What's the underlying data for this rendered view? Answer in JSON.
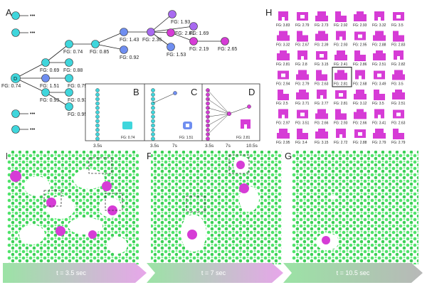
{
  "panels": {
    "a": "A",
    "b": "B",
    "c": "C",
    "d": "D",
    "e": "E",
    "f": "F",
    "g": "G",
    "h": "H"
  },
  "colors": {
    "cyan": "#3fd6dc",
    "blue": "#6f8ef0",
    "purple": "#a86af0",
    "magenta": "#d63cd6",
    "green": "#4fe36a",
    "node_stroke": "#333333"
  },
  "tree": {
    "ellipsis": "•••",
    "root_label": "D",
    "fg_labels": [
      "FG: 0.74",
      "FG: 0.69",
      "FG: 0.74",
      "FG: 0.88",
      "FG: 0.85",
      "FG: 0.92",
      "FG: 1.43",
      "FG: 2.36",
      "FG: 1.93",
      "FG: 1.69",
      "FG: 2.81",
      "FG: 1.53",
      "FG: 2.19",
      "FG: 2.65",
      "FG: 1.51",
      "FG: 0.79",
      "FG: 0.93",
      "FG: 0.93",
      "FG: 0.95"
    ]
  },
  "insets": {
    "b": {
      "fg": "FG: 0.74",
      "ticks": [
        "3.5s"
      ]
    },
    "c": {
      "fg": "FG: 1.51",
      "ticks": [
        "3.5s",
        "7s"
      ]
    },
    "d": {
      "fg": "FG: 2.81",
      "ticks": [
        "3.5s",
        "7s",
        "10.5s"
      ]
    }
  },
  "grid_h": {
    "rows": [
      [
        "FG: 3.83",
        "FG: 2.79",
        "FG: 2.73",
        "FG: 2.92",
        "FG: 2.93",
        "FG: 3.32",
        "FG: 3.5"
      ],
      [
        "FG: 3.32",
        "FG: 2.67",
        "FG: 2.39",
        "FG: 2.93",
        "FG: 2.95",
        "FG: 2.88",
        "FG: 2.83"
      ],
      [
        "FG: 2.81",
        "FG: 2.8",
        "FG: 3.15",
        "FG: 2.41",
        "FG: 2.86",
        "FG: 2.51",
        "FG: 2.82"
      ],
      [
        "FG: 2.94",
        "FG: 2.79",
        "FG: 2.63",
        "FG: 2.81",
        "FG: 2.68",
        "FG: 3.49",
        "FG: 3.5"
      ],
      [
        "FG: 2.5",
        "FG: 2.71",
        "FG: 2.77",
        "FG: 2.81",
        "FG: 3.12",
        "FG: 3.5",
        "FG: 2.51"
      ],
      [
        "FG: 2.97",
        "FG: 3.51",
        "FG: 2.66",
        "FG: 2.93",
        "FG: 2.66",
        "FG: 3.41",
        "FG: 2.63"
      ],
      [
        "FG: 2.95",
        "FG: 3.4",
        "FG: 3.15",
        "FG: 2.72",
        "FG: 2.88",
        "FG: 2.79",
        "FG: 2.79"
      ]
    ],
    "highlight": [
      3,
      3
    ]
  },
  "timeline": [
    "t = 3.5 sec",
    "t = 7 sec",
    "t = 10.5 sec"
  ]
}
